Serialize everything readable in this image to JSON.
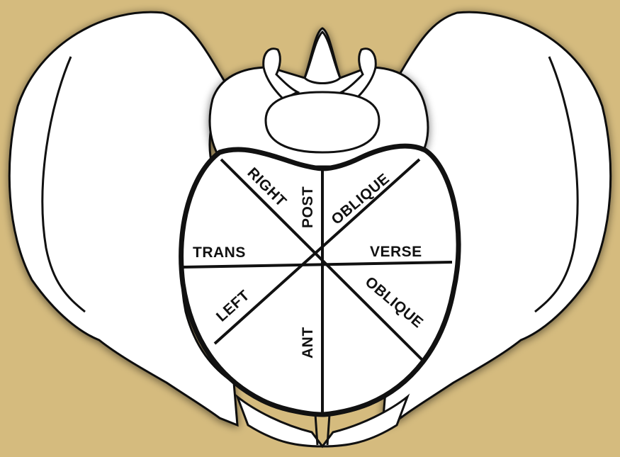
{
  "diagram": {
    "background": "#d5bb7e",
    "bone_fill": "#ffffff",
    "outline_color": "#111111",
    "labels": {
      "right": "RIGHT",
      "post": "POST",
      "oblique_upper": "OBLIQUE",
      "trans": "TRANS",
      "verse": "VERSE",
      "left": "LEFT",
      "oblique_lower": "OBLIQUE",
      "ant": "ANT"
    }
  }
}
